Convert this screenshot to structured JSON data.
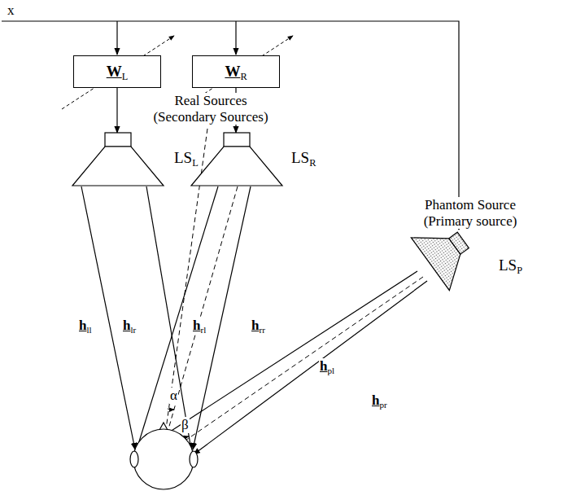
{
  "diagram": {
    "nodes": [
      {
        "text": [
          "WL"
        ]
      },
      {
        "text": [
          "WR"
        ]
      },
      {
        "text": [
          "LSL"
        ]
      },
      {
        "text": [
          "LSR"
        ]
      },
      {
        "text": [
          "LSP"
        ]
      }
    ],
    "edges": [
      {
        "from": 0,
        "to": 2,
        "arrow": "to"
      },
      {
        "from": 1,
        "to": 3,
        "arrow": "to"
      }
    ],
    "labels": [
      "x",
      "Real Sources (Secondary Sources)",
      "Phantom Source (Primary source)",
      "hll",
      "hlr",
      "hrl",
      "hrr",
      "hpl",
      "hpr",
      "α",
      "β"
    ]
  }
}
